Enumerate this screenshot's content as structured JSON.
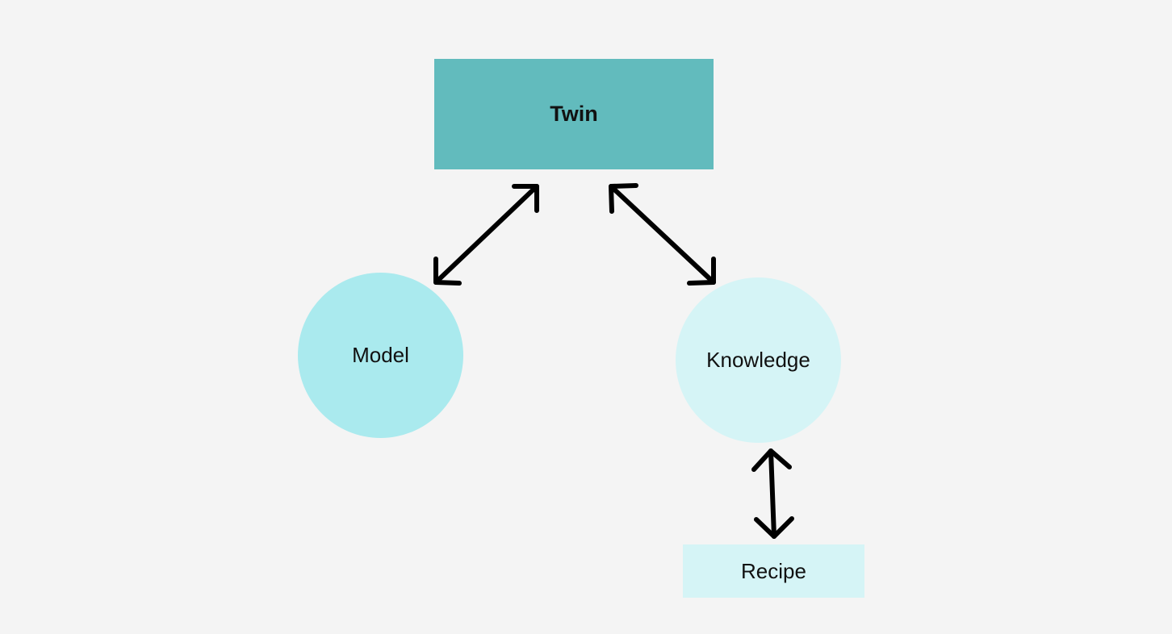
{
  "colors": {
    "background": "#f4f4f4",
    "twin_fill": "#62bbbd",
    "model_fill": "#aaeaee",
    "knowledge_fill": "#d5f4f6",
    "recipe_fill": "#d5f4f6",
    "arrow": "#000000"
  },
  "nodes": {
    "twin": {
      "label": "Twin",
      "shape": "rectangle"
    },
    "model": {
      "label": "Model",
      "shape": "circle"
    },
    "knowledge": {
      "label": "Knowledge",
      "shape": "circle"
    },
    "recipe": {
      "label": "Recipe",
      "shape": "rectangle"
    }
  },
  "edges": [
    {
      "from": "twin",
      "to": "model",
      "direction": "bidirectional"
    },
    {
      "from": "twin",
      "to": "knowledge",
      "direction": "bidirectional"
    },
    {
      "from": "knowledge",
      "to": "recipe",
      "direction": "bidirectional"
    }
  ]
}
